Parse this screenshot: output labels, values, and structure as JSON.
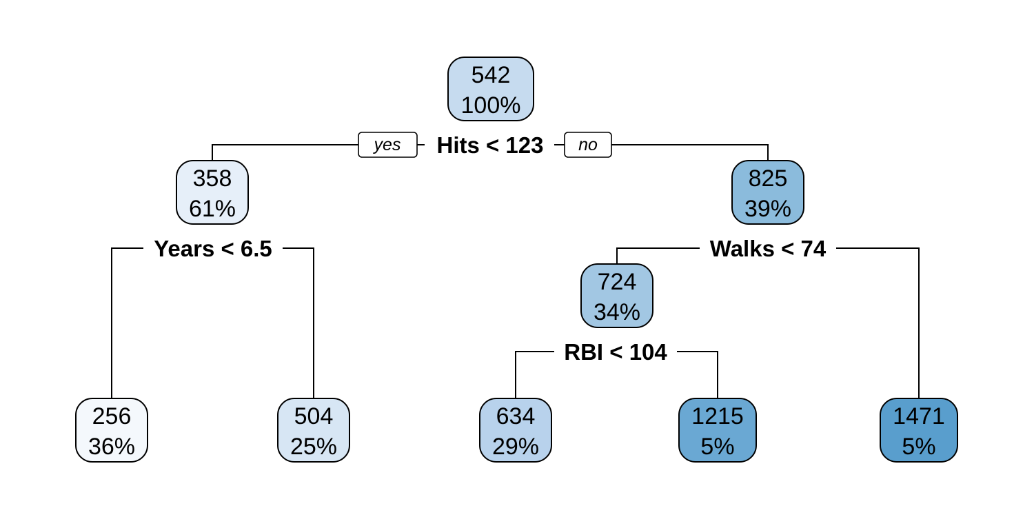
{
  "tree": {
    "nodes": [
      {
        "id": "n1",
        "value": "542",
        "percent": "100%",
        "color": "#c6dbef"
      },
      {
        "id": "n2",
        "value": "358",
        "percent": "61%",
        "color": "#e6eff9"
      },
      {
        "id": "n3",
        "value": "825",
        "percent": "39%",
        "color": "#8bbbdc"
      },
      {
        "id": "n4",
        "value": "256",
        "percent": "36%",
        "color": "#f4f8fc"
      },
      {
        "id": "n5",
        "value": "504",
        "percent": "25%",
        "color": "#d7e6f4"
      },
      {
        "id": "n6",
        "value": "724",
        "percent": "34%",
        "color": "#a2c7e3"
      },
      {
        "id": "n7",
        "value": "1471",
        "percent": "5%",
        "color": "#599ecd"
      },
      {
        "id": "n12",
        "value": "634",
        "percent": "29%",
        "color": "#b8d2ec"
      },
      {
        "id": "n13",
        "value": "1215",
        "percent": "5%",
        "color": "#6aa8d3"
      }
    ],
    "splits": [
      {
        "id": "s1",
        "label": "Hits < 123"
      },
      {
        "id": "s2",
        "label": "Years < 6.5"
      },
      {
        "id": "s3",
        "label": "Walks < 74"
      },
      {
        "id": "s6",
        "label": "RBI < 104"
      }
    ],
    "branch_labels": {
      "yes": "yes",
      "no": "no"
    }
  }
}
